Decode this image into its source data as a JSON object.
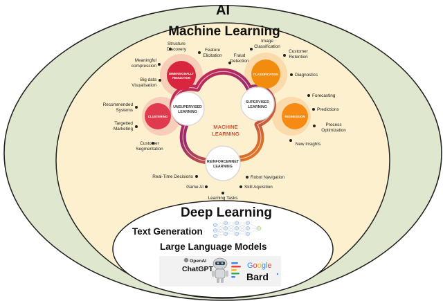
{
  "titles": {
    "ai": "AI",
    "ml": "Machine Learning",
    "dl": "Deep Learning"
  },
  "hubs": {
    "unsupervised": [
      "UNSUPERVISED",
      "LEARNING"
    ],
    "supervised": [
      "SUPERVISED",
      "LEARNING"
    ],
    "reinforcement": [
      "REINFORCEMNET",
      "LEARNING"
    ],
    "center": [
      "MACHINE",
      "LEARNING"
    ]
  },
  "subs": {
    "dimensionality": [
      "DIMENSIONALLY",
      "REDUCTION"
    ],
    "clustering": "CLUSTERING",
    "classification": "CLASSIFICATION",
    "regression": "REGRESSION"
  },
  "labels": {
    "structure_discovery": [
      "Structure",
      "Discovery"
    ],
    "feature_elicitation": [
      "Feature",
      "Elicitation"
    ],
    "meaningful_compression": [
      "Meaningful",
      "compression"
    ],
    "big_data": [
      "Big data",
      "Visualisation"
    ],
    "recommended_systems": [
      "Recommended",
      "Systems"
    ],
    "targetted_marketing": [
      "Targetted",
      "Marketing"
    ],
    "customer_segmentation": [
      "Customer",
      "Segmentation"
    ],
    "fraud_detection": [
      "Fraud",
      "Detection"
    ],
    "image_classification": [
      "Image",
      "Classification"
    ],
    "customer_retention": [
      "Customer",
      "Retention"
    ],
    "diagnostics": "Diagnostics",
    "forecasting": "Forecasting",
    "predictions": "Predictions",
    "process_optimization": [
      "Process",
      "Optimization"
    ],
    "new_insights": "New Insights",
    "real_time_decisions": "Real-Time Decisions",
    "robot_navigation": "Robot Navigation",
    "game_ai": "Game AI",
    "skill_aquisition": "Skill Aquisition",
    "learning_tasks": "Learning Tasks"
  },
  "deep": {
    "text_generation": "Text Generation",
    "llm": "Large Language Models",
    "openai": "OpenAI",
    "chatgpt": "ChatGPT",
    "google": [
      "G",
      "o",
      "o",
      "g",
      "l",
      "e"
    ],
    "bard": "Bard"
  },
  "colors": {
    "ai_ring": "#dfe8cf",
    "ml_fill": "#fdf0cf",
    "dim_red": "#d7263d",
    "cluster_red": "#e03a4e",
    "class_orange": "#f28c0f",
    "regress_orange": "#f58a14",
    "google": [
      "#4285f4",
      "#ea4335",
      "#fbbc05",
      "#4285f4",
      "#34a853",
      "#ea4335"
    ]
  }
}
